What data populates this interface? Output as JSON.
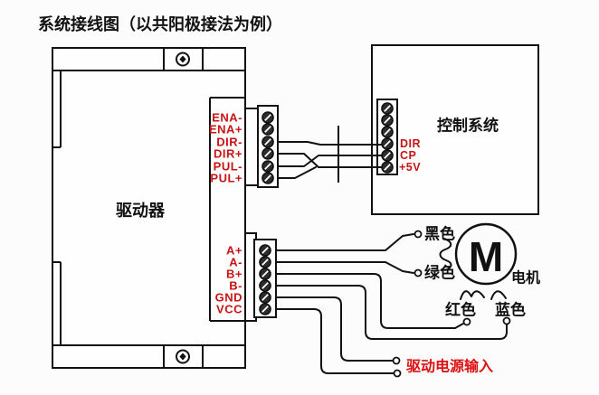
{
  "title": "系统接线图（以共阳极接法为例）",
  "driver": {
    "label": "驱动器",
    "signal_terminals": [
      "ENA-",
      "ENA+",
      "DIR-",
      "DIR+",
      "PUL-",
      "PUL+"
    ],
    "power_terminals": [
      "A+",
      "A-",
      "B+",
      "B-",
      "GND",
      "VCC"
    ]
  },
  "controller": {
    "label": "控制系统",
    "terminals": [
      "DIR",
      "CP",
      "+5V"
    ]
  },
  "motor": {
    "label": "电机",
    "symbol": "M",
    "wire_labels": {
      "black": "黑色",
      "green": "绿色",
      "red": "红色",
      "blue": "蓝色"
    }
  },
  "power_input_label": "驱动电源输入",
  "colors": {
    "terminal_label_red": "#c81414",
    "power_input_red": "#dd1111",
    "line_black": "#111111"
  }
}
